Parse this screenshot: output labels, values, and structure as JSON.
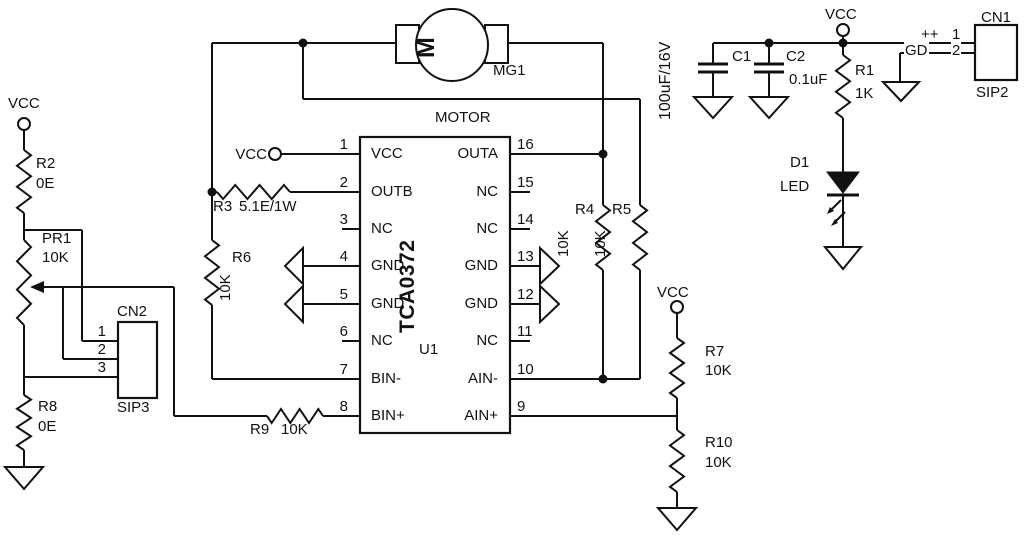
{
  "labels": {
    "vcc": "VCC"
  },
  "components": {
    "r1": {
      "ref": "R1",
      "value": "1K"
    },
    "r2": {
      "ref": "R2",
      "value": "0E"
    },
    "r3": {
      "ref": "R3",
      "value": "5.1E/1W"
    },
    "r4": {
      "ref": "R4",
      "value": "10K"
    },
    "r5": {
      "ref": "R5",
      "value": "10K"
    },
    "r6": {
      "ref": "R6",
      "value": "10K"
    },
    "r7": {
      "ref": "R7",
      "value": "10K"
    },
    "r8": {
      "ref": "R8",
      "value": "0E"
    },
    "r9": {
      "ref": "R9",
      "value": "10K"
    },
    "r10": {
      "ref": "R10",
      "value": "10K"
    },
    "pr1": {
      "ref": "PR1",
      "value": "10K"
    },
    "c1": {
      "ref": "C1",
      "value": "100uF/16V"
    },
    "c2": {
      "ref": "C2",
      "value": "0.1uF"
    },
    "d1": {
      "ref": "D1",
      "value": "LED"
    },
    "mg1": {
      "ref": "MG1",
      "symbol": "M"
    },
    "cn1": {
      "ref": "CN1",
      "package": "SIP2",
      "pins": [
        {
          "name": "++",
          "num": "1"
        },
        {
          "name": "GD",
          "num": "2"
        }
      ]
    },
    "cn2": {
      "ref": "CN2",
      "package": "SIP3",
      "pin_nums": [
        "1",
        "2",
        "3"
      ]
    },
    "u1": {
      "ref": "U1",
      "part": "TCA0372",
      "section": "MOTOR",
      "left_pins": [
        {
          "num": "1",
          "name": "VCC"
        },
        {
          "num": "2",
          "name": "OUTB"
        },
        {
          "num": "3",
          "name": "NC"
        },
        {
          "num": "4",
          "name": "GND"
        },
        {
          "num": "5",
          "name": "GND"
        },
        {
          "num": "6",
          "name": "NC"
        },
        {
          "num": "7",
          "name": "BIN-"
        },
        {
          "num": "8",
          "name": "BIN+"
        }
      ],
      "right_pins": [
        {
          "num": "16",
          "name": "OUTA"
        },
        {
          "num": "15",
          "name": "NC"
        },
        {
          "num": "14",
          "name": "NC"
        },
        {
          "num": "13",
          "name": "GND"
        },
        {
          "num": "12",
          "name": "GND"
        },
        {
          "num": "11",
          "name": "NC"
        },
        {
          "num": "10",
          "name": "AIN-"
        },
        {
          "num": "9",
          "name": "AIN+"
        }
      ]
    }
  }
}
